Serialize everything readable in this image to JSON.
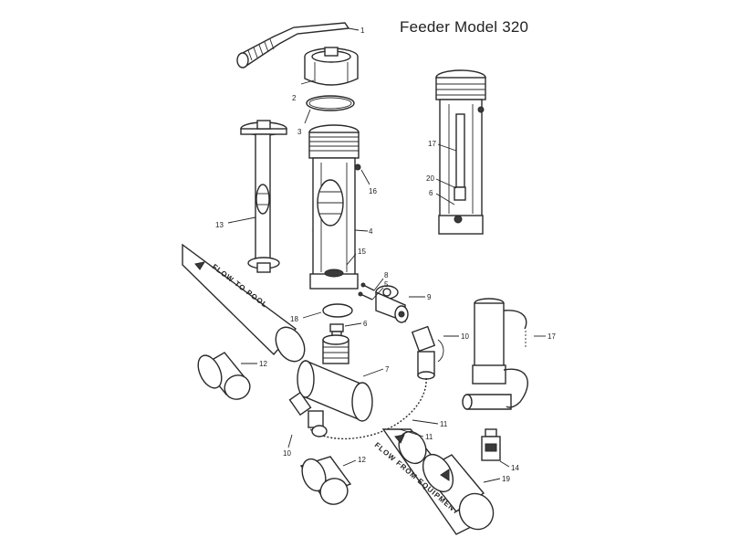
{
  "title": "Feeder Model 320",
  "pipe_labels": {
    "to_pool": "FLOW TO POOL",
    "from_equipment": "FLOW FROM EQUIPMENT"
  },
  "callouts": [
    {
      "id": "c1",
      "text": "1"
    },
    {
      "id": "c2",
      "text": "2"
    },
    {
      "id": "c3",
      "text": "3"
    },
    {
      "id": "c16",
      "text": "16"
    },
    {
      "id": "c4",
      "text": "4"
    },
    {
      "id": "c13",
      "text": "13"
    },
    {
      "id": "c15",
      "text": "15"
    },
    {
      "id": "c8",
      "text": "8"
    },
    {
      "id": "c5",
      "text": "5"
    },
    {
      "id": "c9",
      "text": "9"
    },
    {
      "id": "c18",
      "text": "18"
    },
    {
      "id": "c6b",
      "text": "6"
    },
    {
      "id": "c17a",
      "text": "17"
    },
    {
      "id": "c20",
      "text": "20"
    },
    {
      "id": "c6a",
      "text": "6"
    },
    {
      "id": "c10a",
      "text": "10"
    },
    {
      "id": "c17b",
      "text": "17"
    },
    {
      "id": "c12a",
      "text": "12"
    },
    {
      "id": "c7",
      "text": "7"
    },
    {
      "id": "c11a",
      "text": "11"
    },
    {
      "id": "c11b",
      "text": "11"
    },
    {
      "id": "c10b",
      "text": "10"
    },
    {
      "id": "c12b",
      "text": "12"
    },
    {
      "id": "c14",
      "text": "14"
    },
    {
      "id": "c19",
      "text": "19"
    }
  ]
}
